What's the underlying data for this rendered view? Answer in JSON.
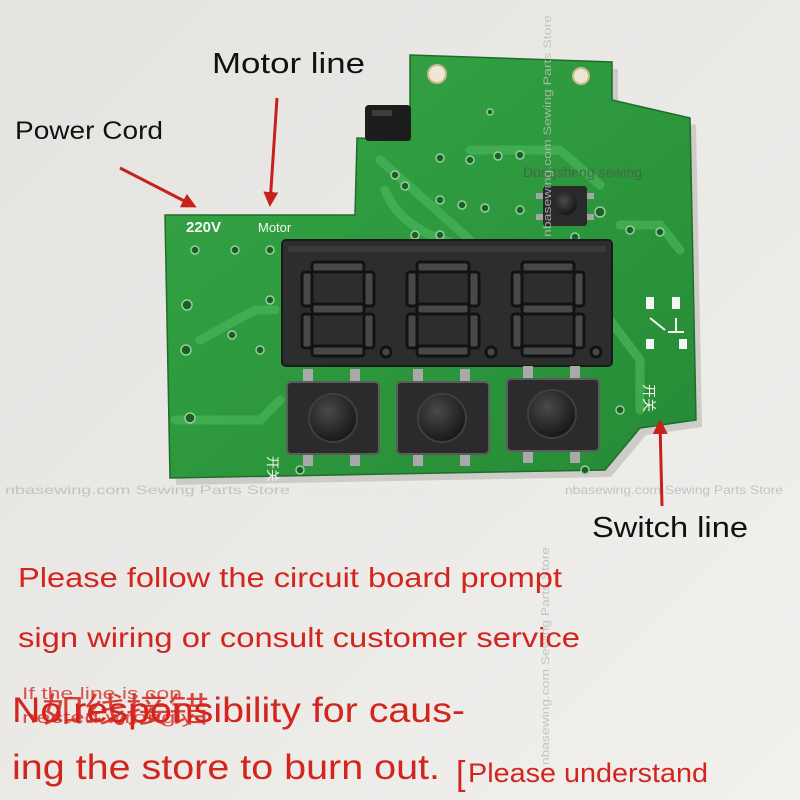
{
  "labels": {
    "motor_line": "Motor line",
    "power_cord": "Power Cord",
    "switch_line": "Switch line"
  },
  "board": {
    "silk_220v": "220V",
    "silk_motor": "Motor",
    "silk_switch_right": "开关",
    "silk_switch_left": "开关",
    "brand": "Dongsheng sewing"
  },
  "watermark": "nbasewing.com Sewing Parts Store",
  "notice": {
    "line1": "Please follow the circuit board prompt",
    "line2": "sign wiring or consult customer service",
    "line3": "No responsibility for caus-",
    "line3_overlay_zh": "如线接错",
    "line3_overlay_small_1": "If the line is con",
    "line3_overlay_small_2": "nected wrongly",
    "line4": "ing the store to burn out.",
    "bracket": "[",
    "line5": "Please understand"
  },
  "colors": {
    "background": "#e9e8e5",
    "pcb_green": "#2f9b3f",
    "annotation_red": "#d3241d",
    "display_body": "#2c2d2d"
  }
}
